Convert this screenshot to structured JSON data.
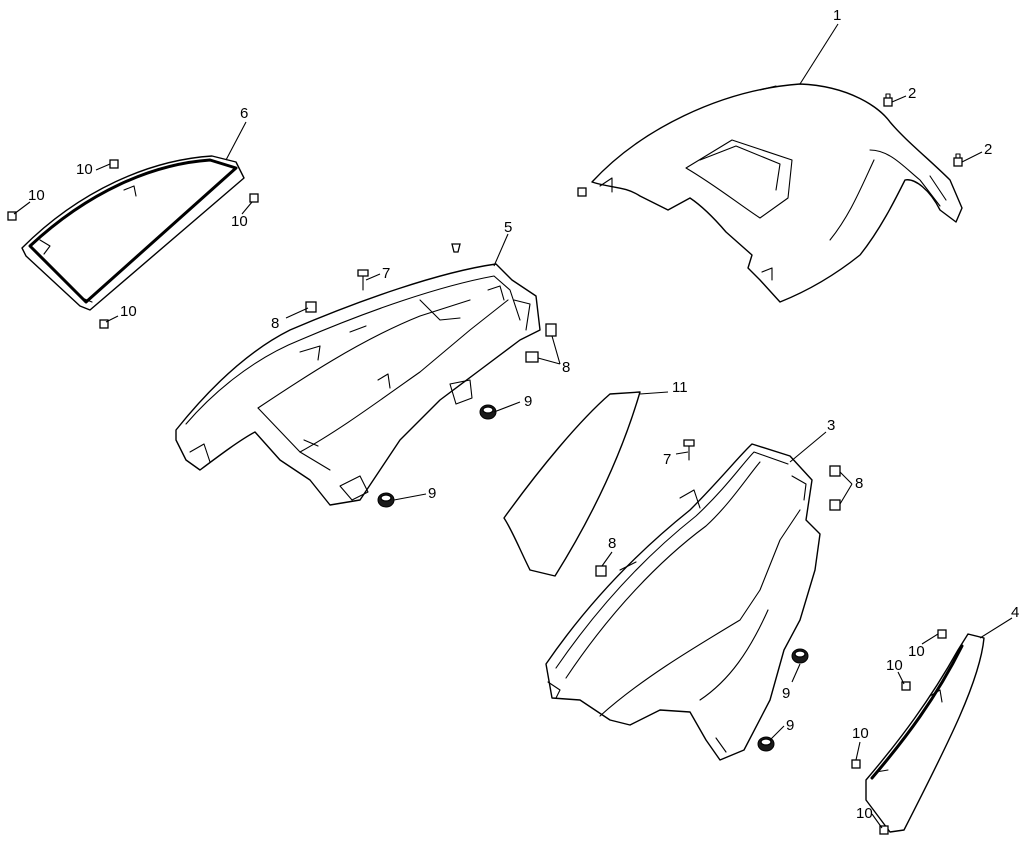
{
  "callouts": [
    {
      "id": "c1",
      "label": "1"
    },
    {
      "id": "c2a",
      "label": "2"
    },
    {
      "id": "c2b",
      "label": "2"
    },
    {
      "id": "c3",
      "label": "3"
    },
    {
      "id": "c4",
      "label": "4"
    },
    {
      "id": "c5",
      "label": "5"
    },
    {
      "id": "c6",
      "label": "6"
    },
    {
      "id": "c7a",
      "label": "7"
    },
    {
      "id": "c7b",
      "label": "7"
    },
    {
      "id": "c8a",
      "label": "8"
    },
    {
      "id": "c8b",
      "label": "8"
    },
    {
      "id": "c8c",
      "label": "8"
    },
    {
      "id": "c8d",
      "label": "8"
    },
    {
      "id": "c9a",
      "label": "9"
    },
    {
      "id": "c9b",
      "label": "9"
    },
    {
      "id": "c9c",
      "label": "9"
    },
    {
      "id": "c9d",
      "label": "9"
    },
    {
      "id": "c10a",
      "label": "10"
    },
    {
      "id": "c10b",
      "label": "10"
    },
    {
      "id": "c10c",
      "label": "10"
    },
    {
      "id": "c10d",
      "label": "10"
    },
    {
      "id": "c10e",
      "label": "10"
    },
    {
      "id": "c10f",
      "label": "10"
    },
    {
      "id": "c10g",
      "label": "10"
    },
    {
      "id": "c11",
      "label": "11"
    }
  ]
}
